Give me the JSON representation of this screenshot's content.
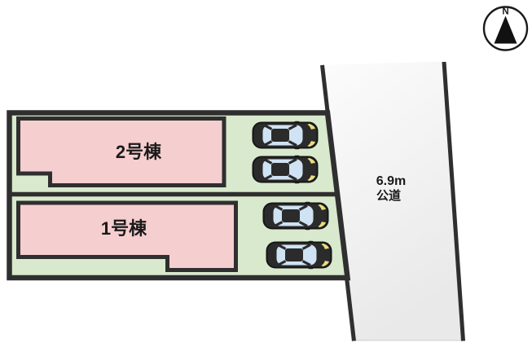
{
  "plan_title": "site-plan",
  "compass": {
    "north_label": "N"
  },
  "road": {
    "width_label": "6.9m",
    "type_label": "公道"
  },
  "lots": [
    {
      "id": "2",
      "building_label": "2号棟",
      "parking_car_count": 2
    },
    {
      "id": "1",
      "building_label": "1号棟",
      "parking_car_count": 2
    }
  ],
  "icons": {
    "car": "car-top-view-icon",
    "compass": "north-arrow-icon"
  },
  "colors": {
    "lot_green": "#d8e9cd",
    "building_pink": "#f5cecf",
    "outline_dark": "#2f2f2f",
    "road_fill_light": "#fbfbfb",
    "road_fill_shade": "#eaeaea",
    "car_body": "#2b2b2b",
    "car_window": "#cfe3f4",
    "car_headlight": "#e9dd7e",
    "label_text": "#1a1a1a"
  }
}
